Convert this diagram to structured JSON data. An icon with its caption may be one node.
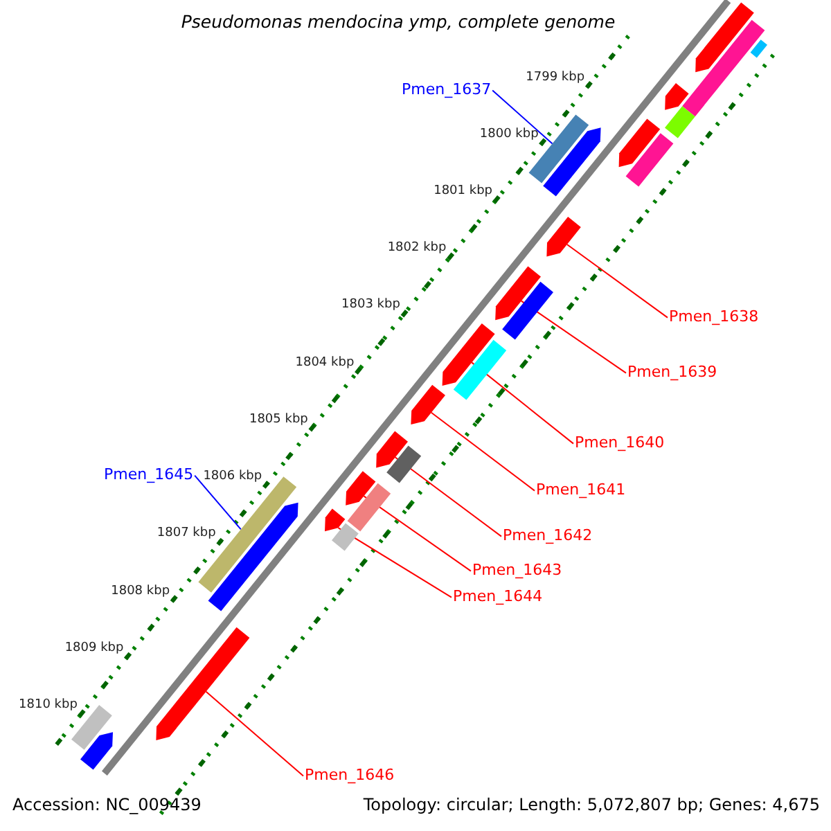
{
  "diagram": {
    "title": "Pseudomonas mendocina ymp, complete genome",
    "nodes": [
      {
        "text": [
          "Pmen_1637"
        ]
      },
      {
        "text": [],
        "shape": "bar"
      },
      {
        "text": [
          "Pmen_1638"
        ]
      },
      {
        "text": [],
        "shape": "arrow"
      },
      {
        "text": [
          "Pmen_1639"
        ]
      },
      {
        "text": [],
        "shape": "arrow"
      },
      {
        "text": [
          "Pmen_1640"
        ]
      },
      {
        "text": [],
        "shape": "arrow"
      },
      {
        "text": [
          "Pmen_1641"
        ]
      },
      {
        "text": [],
        "shape": "arrow"
      },
      {
        "text": [
          "Pmen_1645"
        ]
      },
      {
        "text": [],
        "shape": "bar"
      },
      {
        "text": [
          "Pmen_1642"
        ]
      },
      {
        "text": [],
        "shape": "arrow"
      },
      {
        "text": [
          "Pmen_1643"
        ]
      },
      {
        "text": [],
        "shape": "arrow"
      },
      {
        "text": [
          "Pmen_1644"
        ]
      },
      {
        "text": [],
        "shape": "arrow"
      },
      {
        "text": [
          "Pmen_1646"
        ]
      },
      {
        "text": [],
        "shape": "arrow"
      },
      {
        "text": [],
        "shape": "arrow"
      },
      {
        "text": [],
        "shape": "bar"
      },
      {
        "text": [],
        "shape": "bar"
      },
      {
        "text": [],
        "shape": "arrow"
      },
      {
        "text": [],
        "shape": "bar"
      },
      {
        "text": [],
        "shape": "arrow"
      },
      {
        "text": [],
        "shape": "bar"
      },
      {
        "text": [],
        "shape": "arrow"
      },
      {
        "text": [],
        "shape": "bar"
      },
      {
        "text": [],
        "shape": "bar"
      },
      {
        "text": [],
        "shape": "bar"
      },
      {
        "text": [],
        "shape": "bar"
      },
      {
        "text": [],
        "shape": "bar"
      },
      {
        "text": [],
        "shape": "arrow"
      },
      {
        "text": [],
        "shape": "bar"
      },
      {
        "text": [],
        "shape": "arrow"
      }
    ],
    "edges": [
      {
        "from": 0,
        "to": 1,
        "arrow": "none",
        "color": "#0000ff"
      },
      {
        "from": 2,
        "to": 3,
        "arrow": "none"
      },
      {
        "from": 4,
        "to": 5,
        "arrow": "none"
      },
      {
        "from": 6,
        "to": 7,
        "arrow": "none"
      },
      {
        "from": 8,
        "to": 9,
        "arrow": "none"
      },
      {
        "from": 10,
        "to": 11,
        "arrow": "none",
        "color": "#0000ff"
      },
      {
        "from": 12,
        "to": 13,
        "arrow": "none"
      },
      {
        "from": 14,
        "to": 15,
        "arrow": "none"
      },
      {
        "from": 16,
        "to": 17,
        "arrow": "none"
      },
      {
        "from": 18,
        "to": 19,
        "arrow": "none"
      }
    ],
    "labels": [
      "1799 kbp",
      "1800 kbp",
      "1801 kbp",
      "1802 kbp",
      "1803 kbp",
      "1804 kbp",
      "1805 kbp",
      "1806 kbp",
      "1807 kbp",
      "1808 kbp",
      "1809 kbp",
      "1810 kbp",
      "Accession: NC_009439",
      "Topology: circular; Length: 5,072,807 bp; Genes: 4,675"
    ]
  }
}
